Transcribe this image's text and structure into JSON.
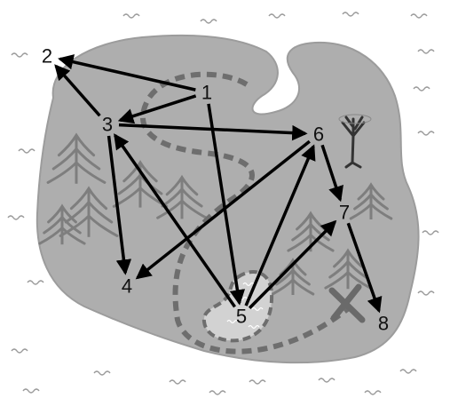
{
  "colors": {
    "island": "#aeaeae",
    "island_edge": "#9c9c9c",
    "tree": "#7e7e7e",
    "path": "#6e6e6e",
    "lake": "#d2d2d2",
    "wave": "#9a9a9a",
    "arrow": "#000000",
    "x_mark": "#6a6a6a"
  },
  "icons": [
    "wave-icon",
    "pine-tree-icon",
    "dead-tree-icon",
    "lake-icon",
    "x-mark-icon"
  ],
  "nodes": [
    {
      "id": "1",
      "label": "1"
    },
    {
      "id": "2",
      "label": "2"
    },
    {
      "id": "3",
      "label": "3"
    },
    {
      "id": "4",
      "label": "4"
    },
    {
      "id": "5",
      "label": "5"
    },
    {
      "id": "6",
      "label": "6"
    },
    {
      "id": "7",
      "label": "7"
    },
    {
      "id": "8",
      "label": "8"
    }
  ],
  "edges": [
    {
      "from": "1",
      "to": "2"
    },
    {
      "from": "1",
      "to": "3"
    },
    {
      "from": "1",
      "to": "5"
    },
    {
      "from": "3",
      "to": "2"
    },
    {
      "from": "3",
      "to": "6"
    },
    {
      "from": "3",
      "to": "4"
    },
    {
      "from": "5",
      "to": "3"
    },
    {
      "from": "5",
      "to": "6"
    },
    {
      "from": "5",
      "to": "7"
    },
    {
      "from": "6",
      "to": "4"
    },
    {
      "from": "6",
      "to": "7"
    },
    {
      "from": "7",
      "to": "8"
    }
  ]
}
